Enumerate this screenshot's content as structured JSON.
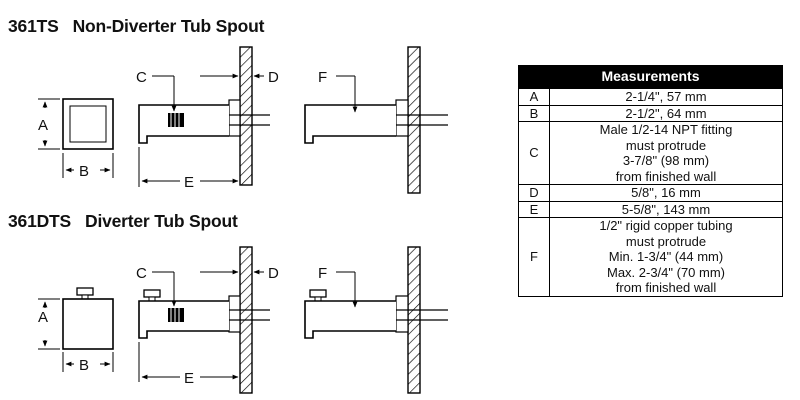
{
  "sections": [
    {
      "model": "361TS",
      "name": "Non-Diverter Tub Spout"
    },
    {
      "model": "361DTS",
      "name": "Diverter Tub Spout"
    }
  ],
  "labels": {
    "a": "A",
    "b": "B",
    "c": "C",
    "d": "D",
    "e": "E",
    "f": "F"
  },
  "table": {
    "header": "Measurements",
    "rows": [
      {
        "key": "A",
        "lines": [
          "2-1/4\", 57 mm"
        ]
      },
      {
        "key": "B",
        "lines": [
          "2-1/2\", 64 mm"
        ]
      },
      {
        "key": "C",
        "lines": [
          "Male 1/2-14 NPT fitting",
          "must protrude",
          "3-7/8\" (98 mm)",
          "from finished wall"
        ]
      },
      {
        "key": "D",
        "lines": [
          "5/8\", 16 mm"
        ]
      },
      {
        "key": "E",
        "lines": [
          "5-5/8\", 143 mm"
        ]
      },
      {
        "key": "F",
        "lines": [
          "1/2\" rigid copper tubing",
          "must protrude",
          "Min. 1-3/4\" (44 mm)",
          "Max. 2-3/4\" (70 mm)",
          "from finished wall"
        ]
      }
    ]
  }
}
